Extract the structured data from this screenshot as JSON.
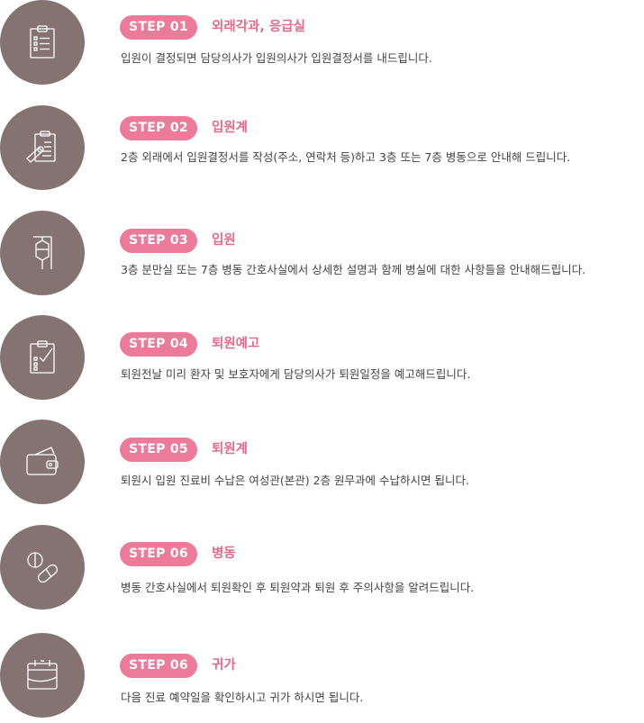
{
  "colors": {
    "circle": "#857371",
    "badge": "#ec7b9a",
    "title": "#e46a8d",
    "text": "#444444"
  },
  "steps": [
    {
      "badge": "STEP 01",
      "title": "외래각과, 응급실",
      "desc": "입원이 결정되면 담당의사가 입원의사가 입원결정서를 내드립니다.",
      "icon": "clipboard-list-icon"
    },
    {
      "badge": "STEP 02",
      "title": "입원계",
      "desc": "2층 외래에서 입원결정서를 작성(주소, 연락처 등)하고 3층 또는 7층 병동으로 안내해 드립니다.",
      "icon": "clipboard-pen-icon"
    },
    {
      "badge": "STEP 03",
      "title": "입원",
      "desc": "3층 분만실 또는 7층 병동 간호사실에서 상세한 설명과 함께 병실에 대한 사항들을 안내해드립니다.",
      "icon": "iv-drip-icon"
    },
    {
      "badge": "STEP 04",
      "title": "퇴원예고",
      "desc": "퇴원전날 미리 환자 및 보호자에게 담당의사가 퇴원일정을 예고해드립니다.",
      "icon": "checklist-icon"
    },
    {
      "badge": "STEP 05",
      "title": "퇴원계",
      "desc": "퇴원시 입원 진료비 수납은 여성관(본관) 2층 원무과에 수납하시면 됩니다.",
      "icon": "wallet-icon"
    },
    {
      "badge": "STEP 06",
      "title": "병동",
      "desc": "병동 간호사실에서 퇴원확인 후 퇴원약과 퇴원 후 주의사항을 알려드립니다.",
      "icon": "pills-icon"
    },
    {
      "badge": "STEP 06",
      "title": "귀가",
      "desc": "다음 진료 예약일을 확인하시고 귀가 하시면 됩니다.",
      "icon": "calendar-icon"
    }
  ]
}
